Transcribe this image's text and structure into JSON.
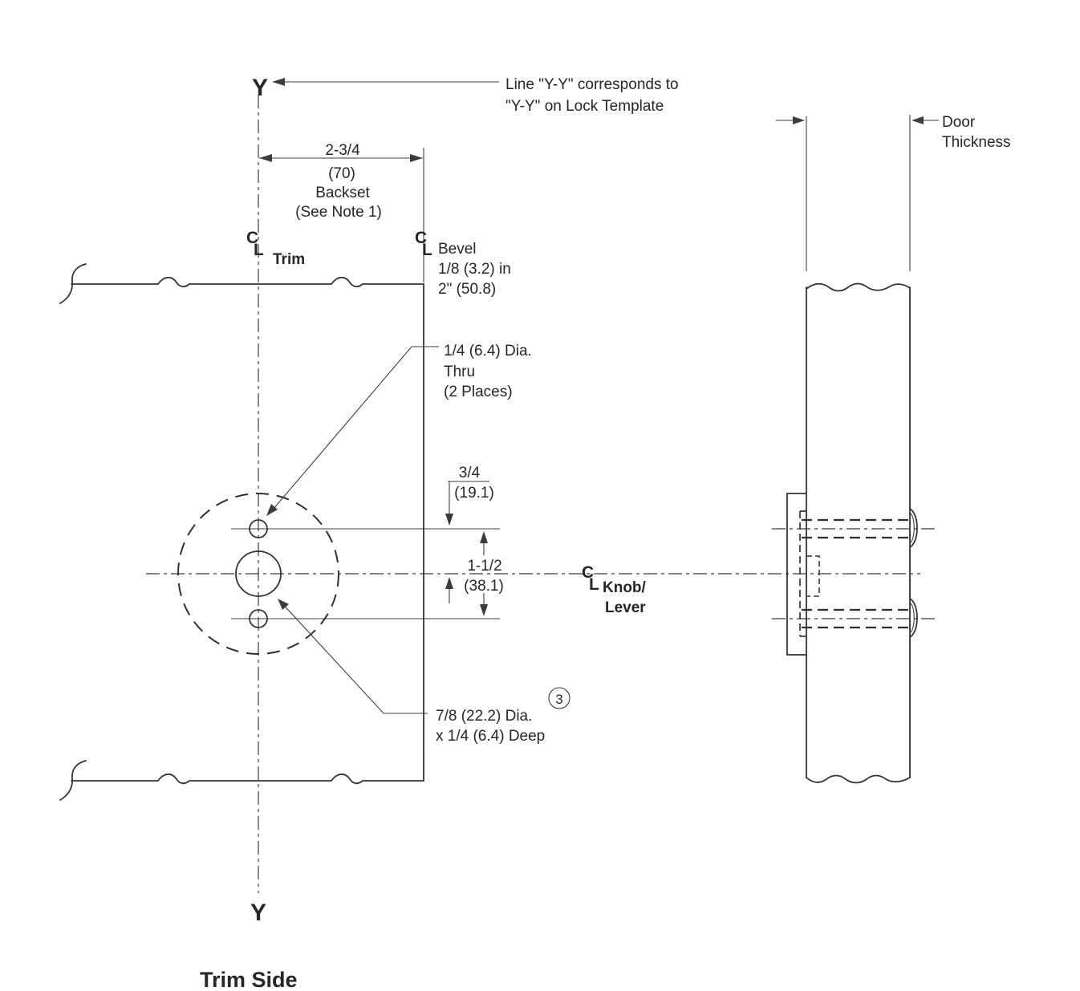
{
  "drawing": {
    "title": "Trim Side",
    "ink_color": "#343434",
    "background_color": "#ffffff",
    "section_axis": {
      "top_label": "Y",
      "bottom_label": "Y"
    },
    "yy_note": {
      "line1": "Line \"Y-Y\" corresponds to",
      "line2": "\"Y-Y\" on Lock Template"
    },
    "backset_dimension": {
      "value_in": "2-3/4",
      "value_mm": "(70)",
      "label": "Backset",
      "note": "(See Note 1)"
    },
    "centerline_trim": {
      "symbol_c": "C",
      "symbol_l": "L",
      "label": "Trim"
    },
    "centerline_bevel": {
      "symbol_c": "C",
      "symbol_l": "L",
      "line1": "Bevel",
      "line2": "1/8 (3.2) in",
      "line3": "2\" (50.8)"
    },
    "centerline_knob": {
      "symbol_c": "C",
      "symbol_l": "L",
      "label_line1": "Knob/",
      "label_line2": "Lever"
    },
    "thru_hole_callout": {
      "line1": "1/4 (6.4) Dia.",
      "line2": "Thru",
      "line3": "(2 Places)"
    },
    "counterbore_callout": {
      "line1": "7/8 (22.2) Dia.",
      "line2": "x 1/4 (6.4) Deep",
      "balloon": "3"
    },
    "dimension_hole_to_center": {
      "value_in": "3/4",
      "value_mm": "(19.1)"
    },
    "dimension_hole_spacing": {
      "value_in": "1-1/2",
      "value_mm": "(38.1)"
    },
    "door_thickness_dimension": {
      "line1": "Door",
      "line2": "Thickness"
    }
  }
}
